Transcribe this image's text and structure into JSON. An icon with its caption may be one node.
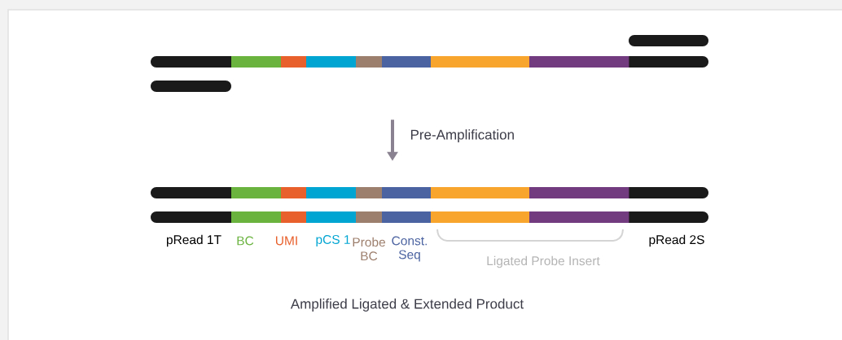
{
  "diagram": {
    "nodes": [
      {
        "text": [],
        "shape": "bar"
      },
      {
        "text": [
          "Amplified Ligated & Extended Product"
        ]
      }
    ],
    "edges": [
      {
        "from": 0,
        "to": 1,
        "arrow": "to",
        "label": "Pre-Amplification"
      }
    ],
    "labels": [
      "pRead 1T",
      "BC",
      "UMI",
      "pCS 1",
      "Probe BC",
      "Const. Seq",
      "Ligated Probe Insert",
      "pRead 2S"
    ]
  }
}
